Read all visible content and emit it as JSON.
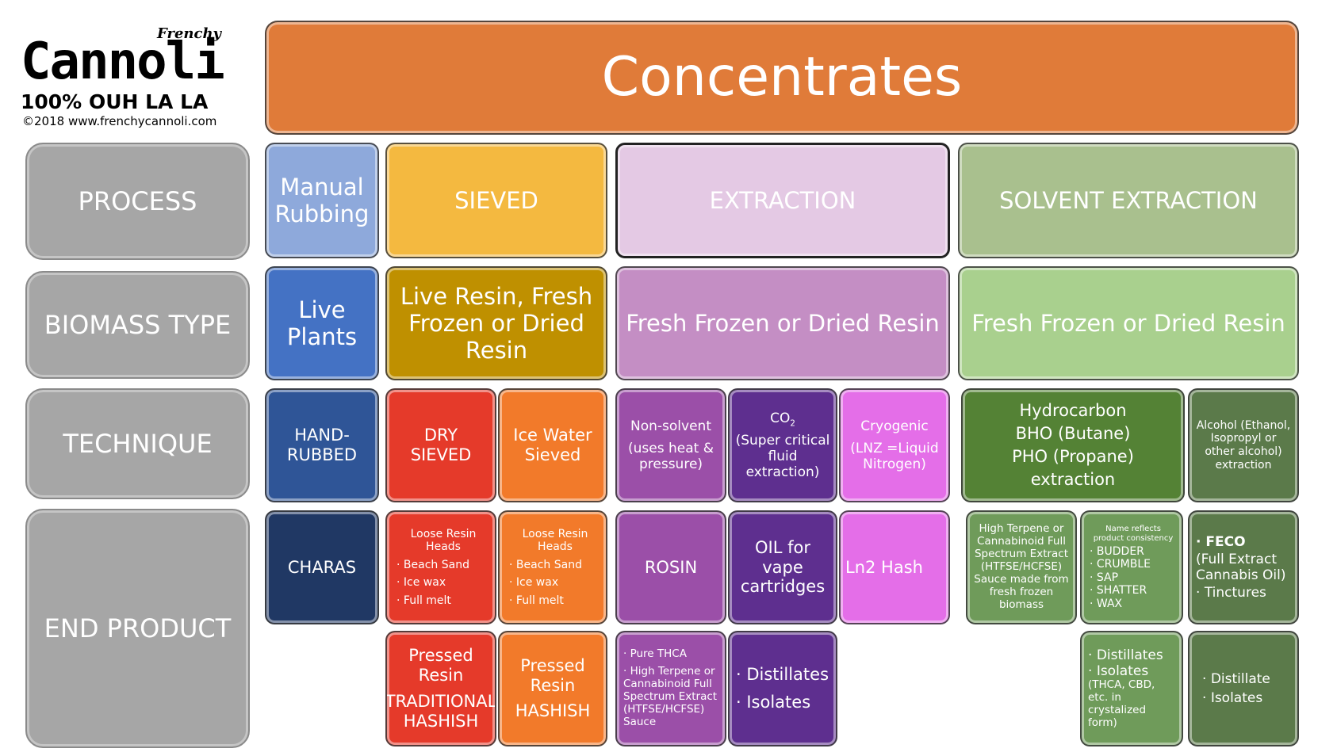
{
  "logo": {
    "brand_top": "Frenchy",
    "brand_main": "Cannoli",
    "tagline": "100% OUH LA LA",
    "copyright": "©2018 www.frenchycannoli.com"
  },
  "title": "Concentrates",
  "row_labels": {
    "process": "PROCESS",
    "biomass": "BIOMASS TYPE",
    "technique": "TECHNIQUE",
    "end_product": "END PRODUCT"
  },
  "process": {
    "manual": "Manual Rubbing",
    "sieved": "SIEVED",
    "extraction": "EXTRACTION",
    "solvent": "SOLVENT EXTRACTION"
  },
  "biomass": {
    "live": "Live Plants",
    "sieved": "Live Resin, Fresh Frozen or Dried Resin",
    "extraction": "Fresh Frozen or Dried Resin",
    "solvent": "Fresh Frozen or Dried Resin"
  },
  "technique": {
    "hand": "HAND-RUBBED",
    "dry": "DRY SIEVED",
    "icewater": "Ice Water Sieved",
    "nonsolvent_line1": "Non-solvent",
    "nonsolvent_line2": "(uses heat & pressure)",
    "co2_main": "CO",
    "co2_sub": "2",
    "co2_detail": "(Super critical fluid extraction)",
    "cryo_line1": "Cryogenic",
    "cryo_line2": "(LNZ =Liquid Nitrogen)",
    "hydro": [
      "Hydrocarbon",
      "BHO (Butane)",
      "PHO (Propane)",
      "extraction"
    ],
    "alcohol": "Alcohol (Ethanol, Isopropyl or other alcohol) extraction"
  },
  "end_product": {
    "charas": "CHARAS",
    "dry_head": "Loose Resin Heads",
    "dry_items": [
      "Beach Sand",
      "Ice wax",
      "Full melt"
    ],
    "ice_head": "Loose Resin Heads",
    "ice_items": [
      "Beach Sand",
      "Ice wax",
      "Full melt"
    ],
    "rosin": "ROSIN",
    "oil": "OIL for vape cartridges",
    "ln2": "Ln2 Hash",
    "hydro_full": "High Terpene or Cannabinoid Full Spectrum Extract (HTFSE/HCFSE) Sauce made from fresh frozen biomass",
    "consistency_head": "Name reflects product consistency",
    "consistency_items": [
      "BUDDER",
      "CRUMBLE",
      "SAP",
      "SHATTER",
      "WAX"
    ],
    "feco_title": "FECO",
    "feco_detail": "(Full Extract Cannabis Oil)",
    "feco_item": "Tinctures",
    "pressed_dry_1": "Pressed Resin",
    "pressed_dry_2": "TRADITIONAL HASHISH",
    "pressed_ice_1": "Pressed Resin",
    "pressed_ice_2": "HASHISH",
    "rosin2_items": [
      "Pure THCA",
      "High Terpene or Cannabinoid Full Spectrum Extract (HTFSE/HCFSE) Sauce"
    ],
    "co2_2_items": [
      "Distillates",
      "Isolates"
    ],
    "cons2_items": [
      "Distillates",
      "Isolates",
      "(THCA, CBD, etc. in crystalized form)"
    ],
    "alc2_items": [
      "Distillate",
      "Isolates"
    ]
  },
  "colors": {
    "title": "#e07b39",
    "manual": "#8ea9db",
    "live": "#4472c4",
    "hand": "#2f5597",
    "charas": "#203864",
    "sieved": "#f4b940",
    "sieved_bio": "#bf9000",
    "red": "#e53a2a",
    "orange": "#f27a2a",
    "extraction": "#e4c9e4",
    "extraction_bio": "#c48ec4",
    "purple_mid": "#9b4fa8",
    "purple_dark": "#5e2f8f",
    "pink": "#e46ee8",
    "solvent": "#a9c08e",
    "solvent_bio": "#a9d08e",
    "green_dark": "#548235",
    "green_mid": "#6f9b5a",
    "green_grey": "#5b7a4a",
    "label_grey": "#a6a6a6"
  }
}
